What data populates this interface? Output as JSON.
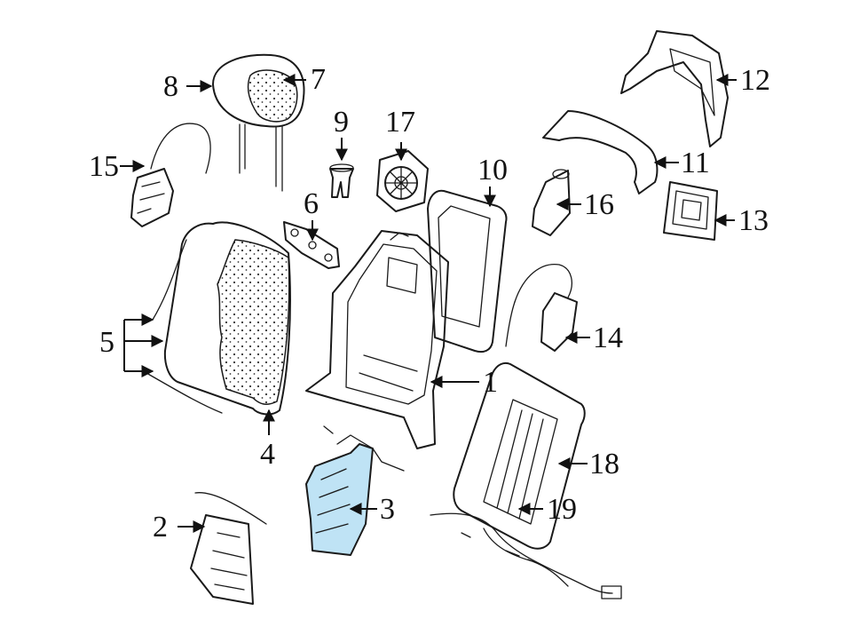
{
  "diagram": {
    "highlight_color": "#bfe3f5",
    "line_color": "#1a1a1a",
    "callouts": [
      {
        "id": "1",
        "label": "1"
      },
      {
        "id": "2",
        "label": "2"
      },
      {
        "id": "3",
        "label": "3"
      },
      {
        "id": "4",
        "label": "4"
      },
      {
        "id": "5",
        "label": "5"
      },
      {
        "id": "6",
        "label": "6"
      },
      {
        "id": "7",
        "label": "7"
      },
      {
        "id": "8",
        "label": "8"
      },
      {
        "id": "9",
        "label": "9"
      },
      {
        "id": "10",
        "label": "10"
      },
      {
        "id": "11",
        "label": "11"
      },
      {
        "id": "12",
        "label": "12"
      },
      {
        "id": "13",
        "label": "13"
      },
      {
        "id": "14",
        "label": "14"
      },
      {
        "id": "15",
        "label": "15"
      },
      {
        "id": "16",
        "label": "16"
      },
      {
        "id": "17",
        "label": "17"
      },
      {
        "id": "18",
        "label": "18"
      },
      {
        "id": "19",
        "label": "19"
      }
    ],
    "highlighted_part": "3"
  }
}
